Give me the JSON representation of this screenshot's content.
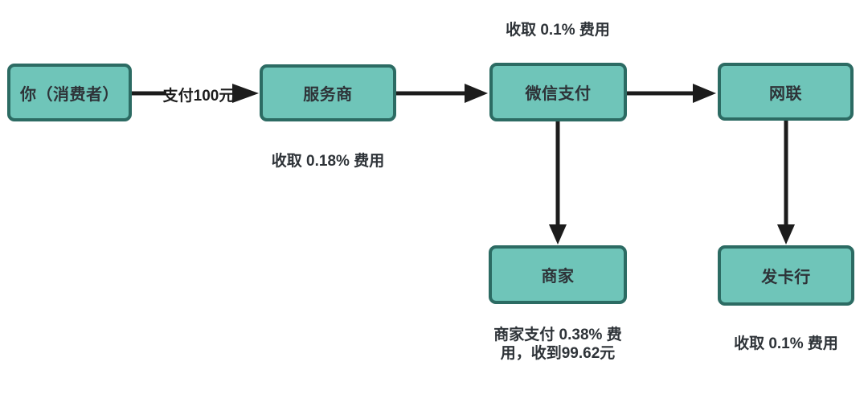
{
  "colors": {
    "node_fill": "#6FC5B9",
    "node_border": "#2C6B63",
    "arrow": "#1C1C1C",
    "text": "#2E3338",
    "background": "#FFFFFF"
  },
  "nodes": [
    {
      "id": "consumer",
      "label": "你（消费者）"
    },
    {
      "id": "service-provider",
      "label": "服务商",
      "note": "收取 0.18% 费用"
    },
    {
      "id": "wechat-pay",
      "label": "微信支付",
      "note": "收取 0.1% 费用"
    },
    {
      "id": "netsunion",
      "label": "网联"
    },
    {
      "id": "merchant",
      "label": "商家",
      "note": "商家支付 0.38% 费\n用，收到99.62元"
    },
    {
      "id": "issuing-bank",
      "label": "发卡行",
      "note": "收取 0.1% 费用"
    }
  ],
  "edges": [
    {
      "from": "consumer",
      "to": "service-provider",
      "label": "支付100元"
    },
    {
      "from": "service-provider",
      "to": "wechat-pay"
    },
    {
      "from": "wechat-pay",
      "to": "netsunion"
    },
    {
      "from": "wechat-pay",
      "to": "merchant"
    },
    {
      "from": "netsunion",
      "to": "issuing-bank"
    }
  ]
}
